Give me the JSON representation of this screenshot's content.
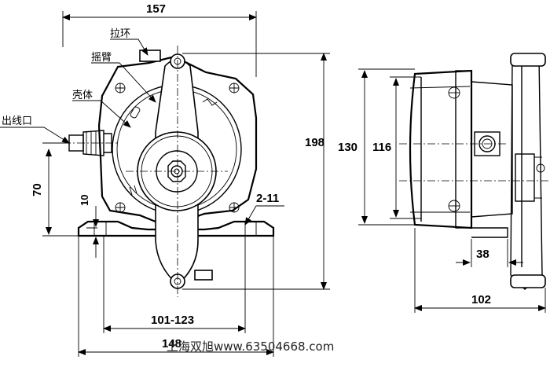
{
  "labels": {
    "pull_ring": "拉环",
    "rocker_arm": "摇臂",
    "housing": "壳体",
    "cable_outlet": "出线口"
  },
  "dimensions": {
    "overall_width": "157",
    "overall_height": "198",
    "outlet_height": "70",
    "base_thickness": "10",
    "mounting_holes": "2-11",
    "hole_spacing": "101-123",
    "base_width": "148",
    "side_height": "130",
    "side_inner_height": "116",
    "side_base_depth": "38",
    "side_depth": "102"
  },
  "watermark": "上海双旭www.63504668.com"
}
